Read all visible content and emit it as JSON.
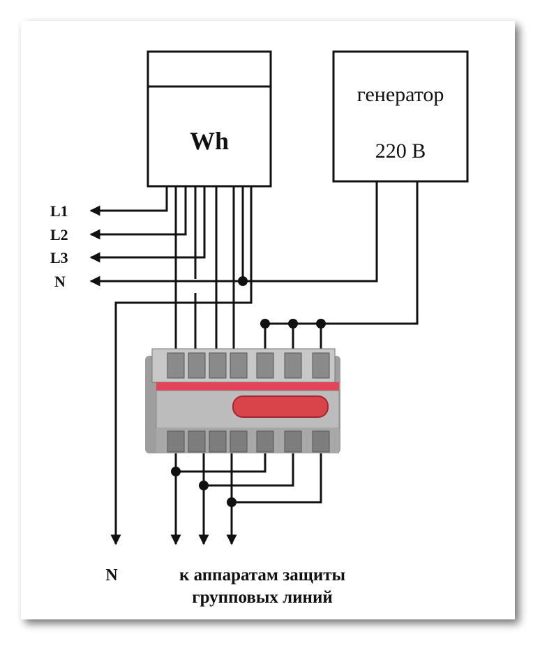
{
  "meter": {
    "label": "Wh"
  },
  "generator": {
    "title": "генератор",
    "voltage": "220 В"
  },
  "inputs": [
    {
      "label": "L1"
    },
    {
      "label": "L2"
    },
    {
      "label": "L3"
    },
    {
      "label": "N"
    }
  ],
  "outputs": {
    "neutral_label": "N",
    "caption_line1": "к аппаратам защиты",
    "caption_line2": "групповых линий"
  },
  "switch": {
    "handle_color": "#d9434a",
    "stripe_color": "#e0455a",
    "body_color": "#bcbcbc"
  }
}
